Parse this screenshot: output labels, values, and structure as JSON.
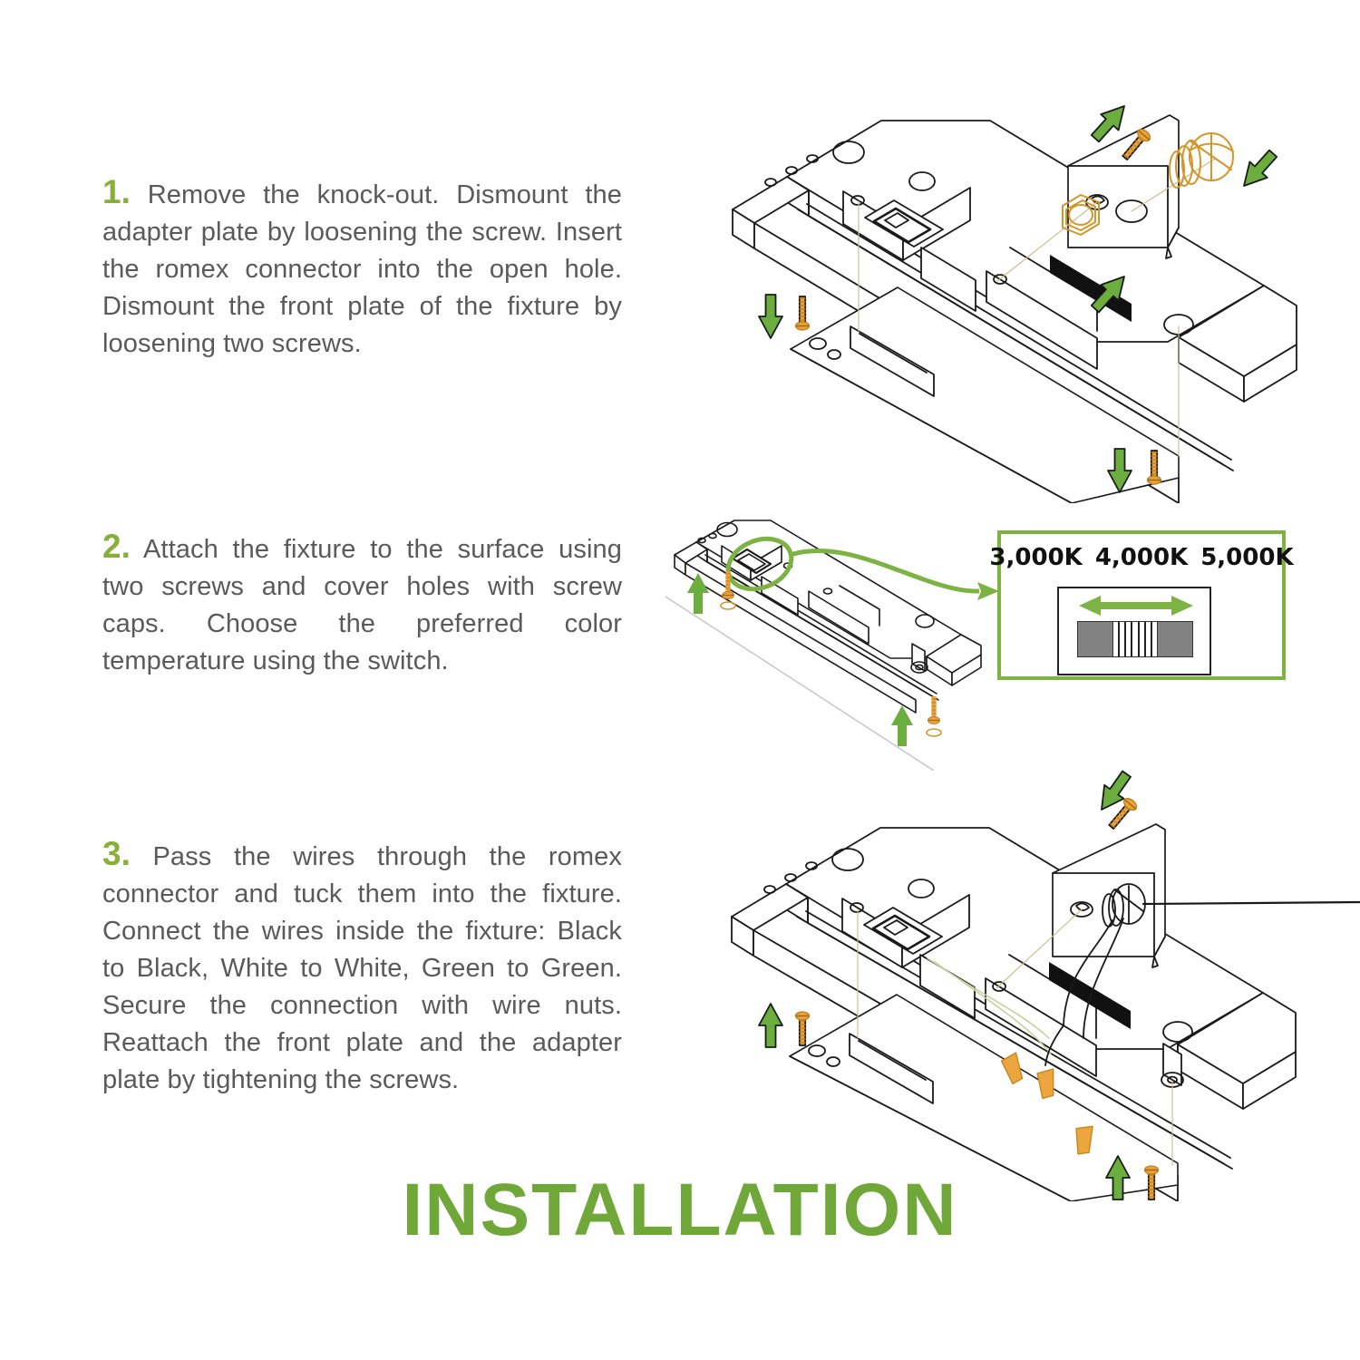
{
  "title": "INSTALLATION",
  "accent_green": "#6fa839",
  "step_number_green": "#86b037",
  "arrow_green": "#6cae3e",
  "hardware_orange": "#e8a33d",
  "body_text_color": "#5a5a5a",
  "steps": [
    {
      "number": "1.",
      "text": "Remove the knock-out. Dismount the adapter plate by loosening the screw. Insert the romex connector into the open hole. Dismount the front plate of the fixture by loosening two screws."
    },
    {
      "number": "2.",
      "text": "Attach the fixture to the surface using two screws and cover holes with screw caps. Choose the preferred color temperature using the switch."
    },
    {
      "number": "3.",
      "text": "Pass the wires through the romex connector and tuck them into the fixture. Connect the wires inside the fixture: Black to Black, White to White, Green to Green. Secure the connection with wire nuts. Reattach the front plate and the adapter plate by tightening the screws."
    }
  ],
  "cct_panel": {
    "labels": [
      "3,000K",
      "4,000K",
      "5,000K"
    ],
    "switch_arrow": "double-headed-arrow",
    "border_color": "#7cb342",
    "block_color": "#828282",
    "rib_count": 6
  },
  "diagram_parts": {
    "step1": [
      "fixture-housing",
      "front-plate",
      "adapter-plate",
      "romex-connector",
      "lock-nut",
      "mounting-screw",
      "knock-out-hole",
      "color-temperature-switch",
      "arrow-down-front-plate",
      "arrow-down-end-screw",
      "arrow-up-lock-nut",
      "arrow-up-screw",
      "arrow-down-romex"
    ],
    "step2": [
      "fixture-housing",
      "mounting-surface-line",
      "switch-callout-circle",
      "callout-curve-arrow",
      "arrow-up-left",
      "arrow-up-right",
      "screw-left",
      "screw-right",
      "screw-cap-left",
      "screw-cap-right"
    ],
    "step3": [
      "fixture-housing",
      "front-plate",
      "adapter-plate",
      "romex-connector",
      "supply-cable",
      "wire-nut-black",
      "wire-nut-white",
      "wire-nut-green",
      "mounting-screw",
      "arrow-up-front-plate",
      "arrow-up-end-screw",
      "arrow-down-adapter-plate"
    ]
  }
}
